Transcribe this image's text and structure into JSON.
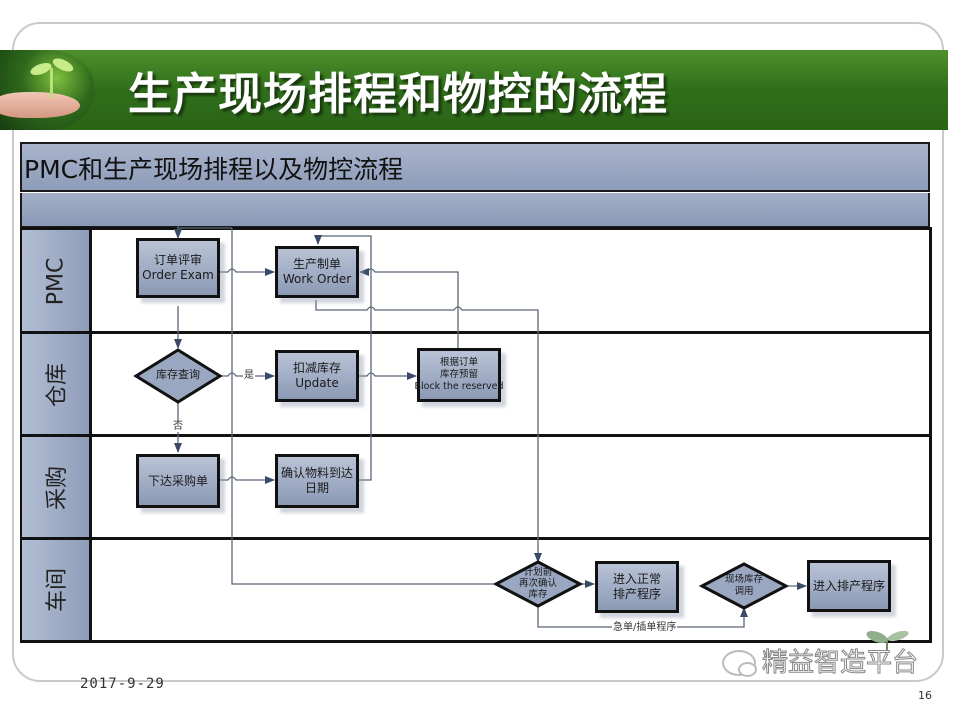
{
  "slide": {
    "title": "生产现场排程和物控的流程",
    "subtitle": "PMC和生产现场排程以及物控流程",
    "date": "2017-9-29",
    "page_number": "16",
    "watermark": "精益智造平台"
  },
  "colors": {
    "banner_green": "#2f6f1a",
    "band_blue": "#8d9cb9",
    "node_fill": "#9aa7c0",
    "connector": "#5a6678"
  },
  "lanes": [
    {
      "label": "PMC"
    },
    {
      "label": "仓库"
    },
    {
      "label": "采购"
    },
    {
      "label": "车间"
    }
  ],
  "nodes": {
    "order_exam": {
      "zh": "订单评审",
      "en": "Order Exam"
    },
    "work_order": {
      "zh": "生产制单",
      "en": "Work Order"
    },
    "inventory_query": {
      "zh": "库存查询"
    },
    "deduct_inventory": {
      "zh": "扣减库存",
      "en": "Update"
    },
    "reserve_inventory": {
      "zh1": "根据订单",
      "zh2": "库存预留",
      "en": "Block the reserved"
    },
    "issue_po": {
      "zh": "下达采购单"
    },
    "confirm_arrival": {
      "zh1": "确认物料到达",
      "zh2": "日期"
    },
    "recheck_inventory": {
      "zh1": "计划前",
      "zh2": "再次确认",
      "zh3": "库存"
    },
    "normal_scheduling": {
      "zh1": "进入正常",
      "zh2": "排产程序"
    },
    "onsite_inventory": {
      "zh1": "现场库存",
      "zh2": "调用"
    },
    "enter_scheduling": {
      "zh": "进入排产程序"
    }
  },
  "edge_labels": {
    "yes": "是",
    "no": "否",
    "rush": "急单/插单程序"
  }
}
